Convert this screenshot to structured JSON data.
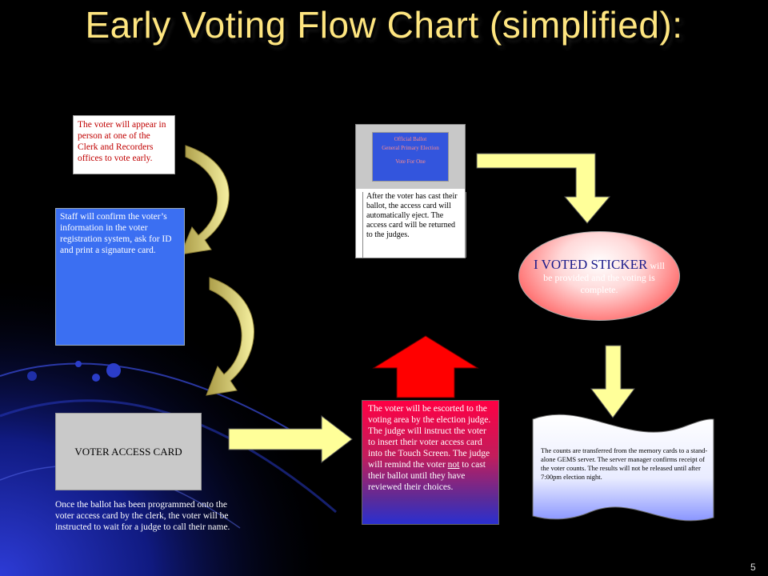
{
  "title": "Early Voting Flow Chart (simplified):",
  "page_number": "5",
  "colors": {
    "title": "#ffe680",
    "arrow_fill": "#ffff99",
    "curved_arrow_fill": "#d4c86a",
    "red_arrow": "#ff0000",
    "step2_bg": "#3b6ff2"
  },
  "steps": {
    "step1": "The voter will appear in person at one of the Clerk and Recorders offices to vote early.",
    "step2": "Staff will confirm the voter’s information in the voter registration system, ask for ID and print a signature card.",
    "step3_label": "VOTER ACCESS CARD",
    "step3_note": "Once the ballot has been programmed onto the voter access card by the clerk, the voter will be instructed to wait for a judge to call their name.",
    "step4_part1": "The voter will be escorted to the voting area by the election judge. The judge will instruct the voter to insert their voter access card into the Touch Screen. The judge will remind the voter ",
    "step4_underline": "not",
    "step4_part2": " to cast their ballot until they have reviewed their choices."
  },
  "touchscreen": {
    "screen_line1": "Official Ballot",
    "screen_line2": "General Primary Election",
    "screen_line3": "Vote For One",
    "caption": "After the voter has cast their ballot, the access card will automatically eject. The access card will be returned to the judges."
  },
  "sticker": {
    "big_text": "I VOTED STICKER",
    "rest_text": " will be provided and the voting is complete."
  },
  "document": {
    "text": "The counts are transferred from the memory cards to a stand-alone GEMS server. The server manager confirms receipt of the voter counts. The results will not be released until after 7:00pm election night."
  },
  "icons": [
    "computer-clipart-icon"
  ]
}
